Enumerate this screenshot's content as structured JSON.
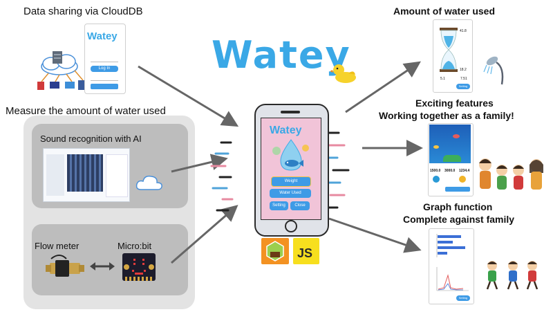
{
  "labels": {
    "cloud_sharing": "Data sharing via CloudDB",
    "measure": "Measure the amount of water used",
    "sound": "Sound recognition with AI",
    "flow_meter": "Flow meter",
    "microbit": "Micro:bit",
    "water_used": "Amount of water used",
    "features_line1": "Exciting features",
    "features_line2": "Working together as a family!",
    "graph_line1": "Graph function",
    "graph_line2": "Complete against family"
  },
  "logo": {
    "text": "Watey"
  },
  "phone": {
    "title": "Watey",
    "weight_label": "Weight",
    "water_used_label": "Water Used",
    "setting_label": "Setting",
    "close_label": "Close"
  },
  "tiles": {
    "js_text": "JS"
  },
  "screens": {
    "cloud_title": "Watey",
    "cloud_login": "Log In",
    "hourglass_readings": [
      "41.8",
      "18.2",
      "7.51",
      "5.1"
    ],
    "hourglass_button": "Setting",
    "game_stats": [
      "1500.0",
      "3000.0",
      "1234.4"
    ],
    "graph_button": "Setting"
  },
  "colors": {
    "accent_blue": "#3aa8e6",
    "panel_gray": "#e3e3e3",
    "inner_gray": "#bdbdbd",
    "arrow_gray": "#666666",
    "phone_pink": "#f1c4d8",
    "phone_button_blue": "#3e9be6"
  }
}
